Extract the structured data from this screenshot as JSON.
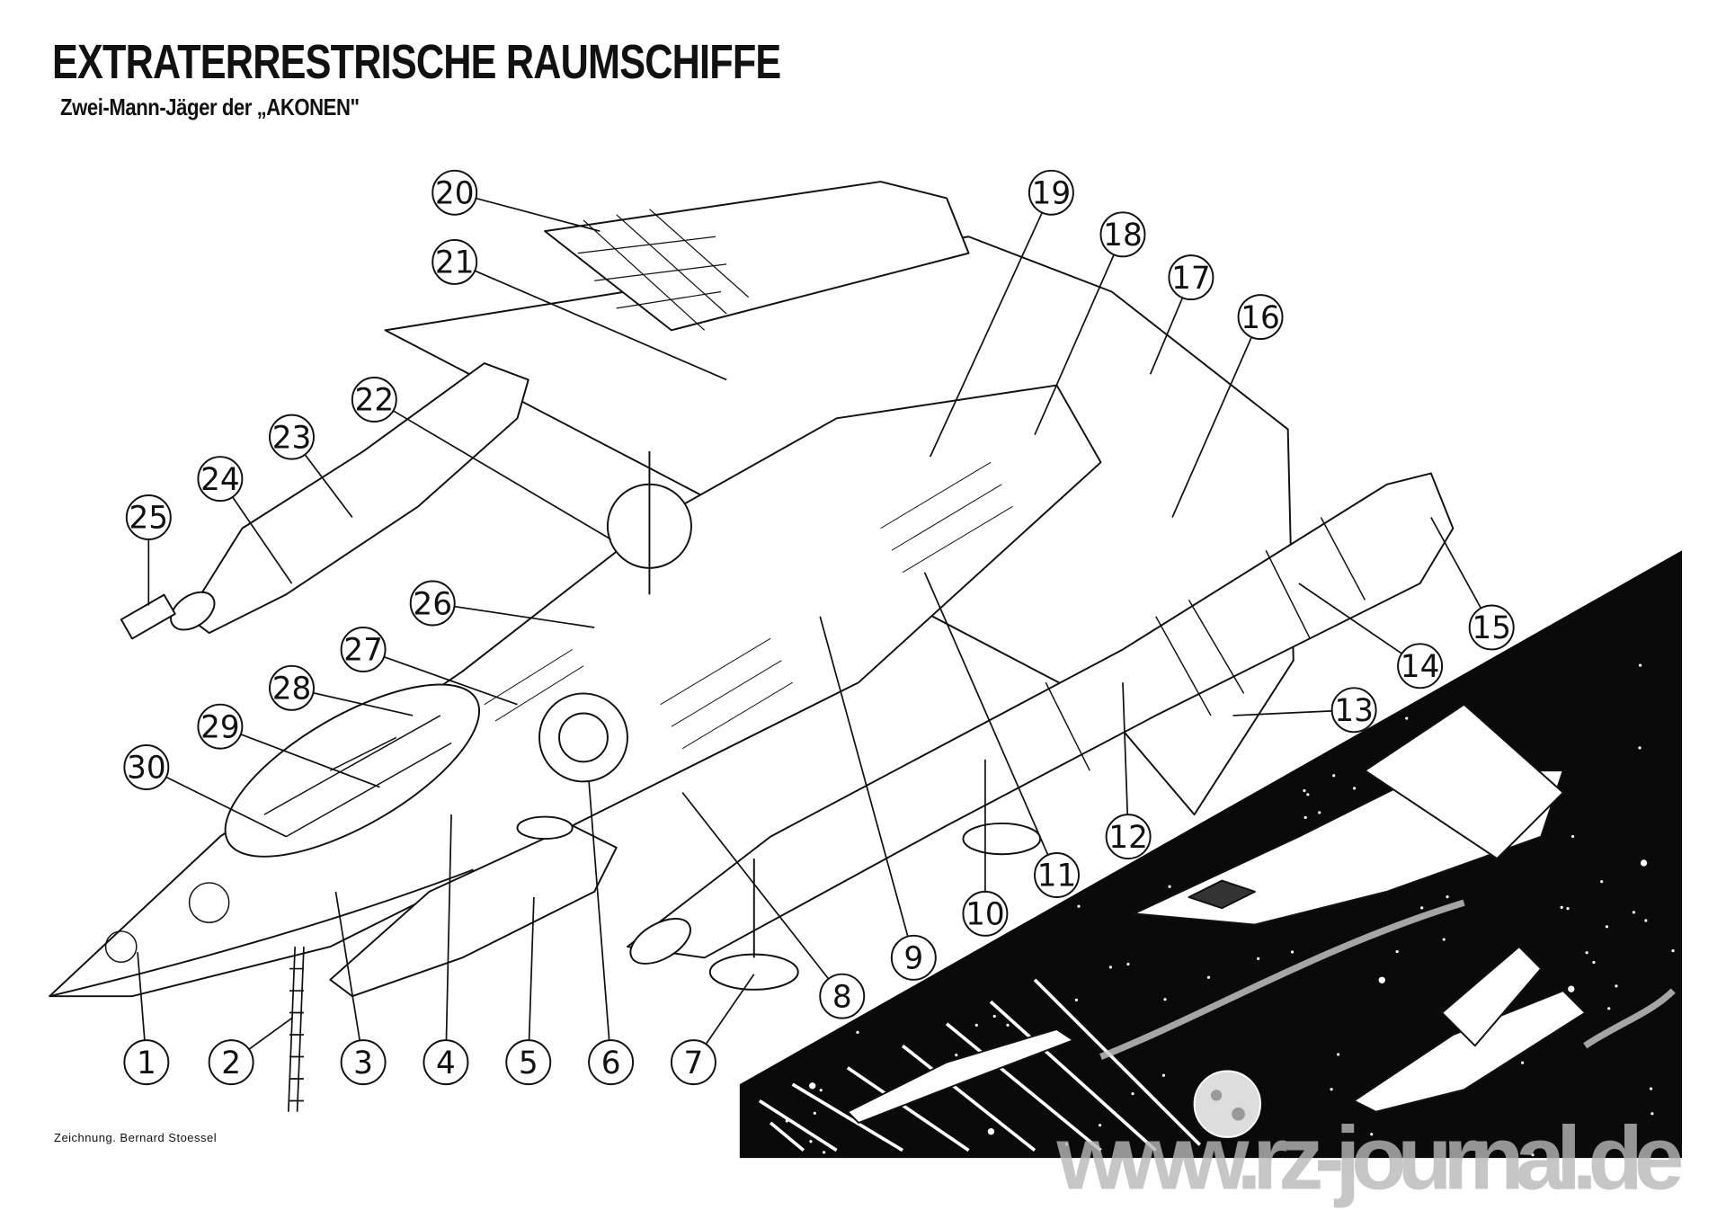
{
  "header": {
    "title": "EXTRATERRESTRISCHE RAUMSCHIFFE",
    "subtitle": "Zwei-Mann-Jäger der „AKONEN\""
  },
  "credit": "Zeichnung. Bernard Stoessel",
  "watermark": "www.rz-journal.de",
  "colors": {
    "ink": "#111111",
    "paper": "#ffffff",
    "watermark": "#b8b8b8"
  },
  "callouts": [
    "1",
    "2",
    "3",
    "4",
    "5",
    "6",
    "7",
    "8",
    "9",
    "10",
    "11",
    "12",
    "13",
    "14",
    "15",
    "16",
    "17",
    "18",
    "19",
    "20",
    "21",
    "22",
    "23",
    "24",
    "25",
    "26",
    "27",
    "28",
    "29",
    "30"
  ]
}
